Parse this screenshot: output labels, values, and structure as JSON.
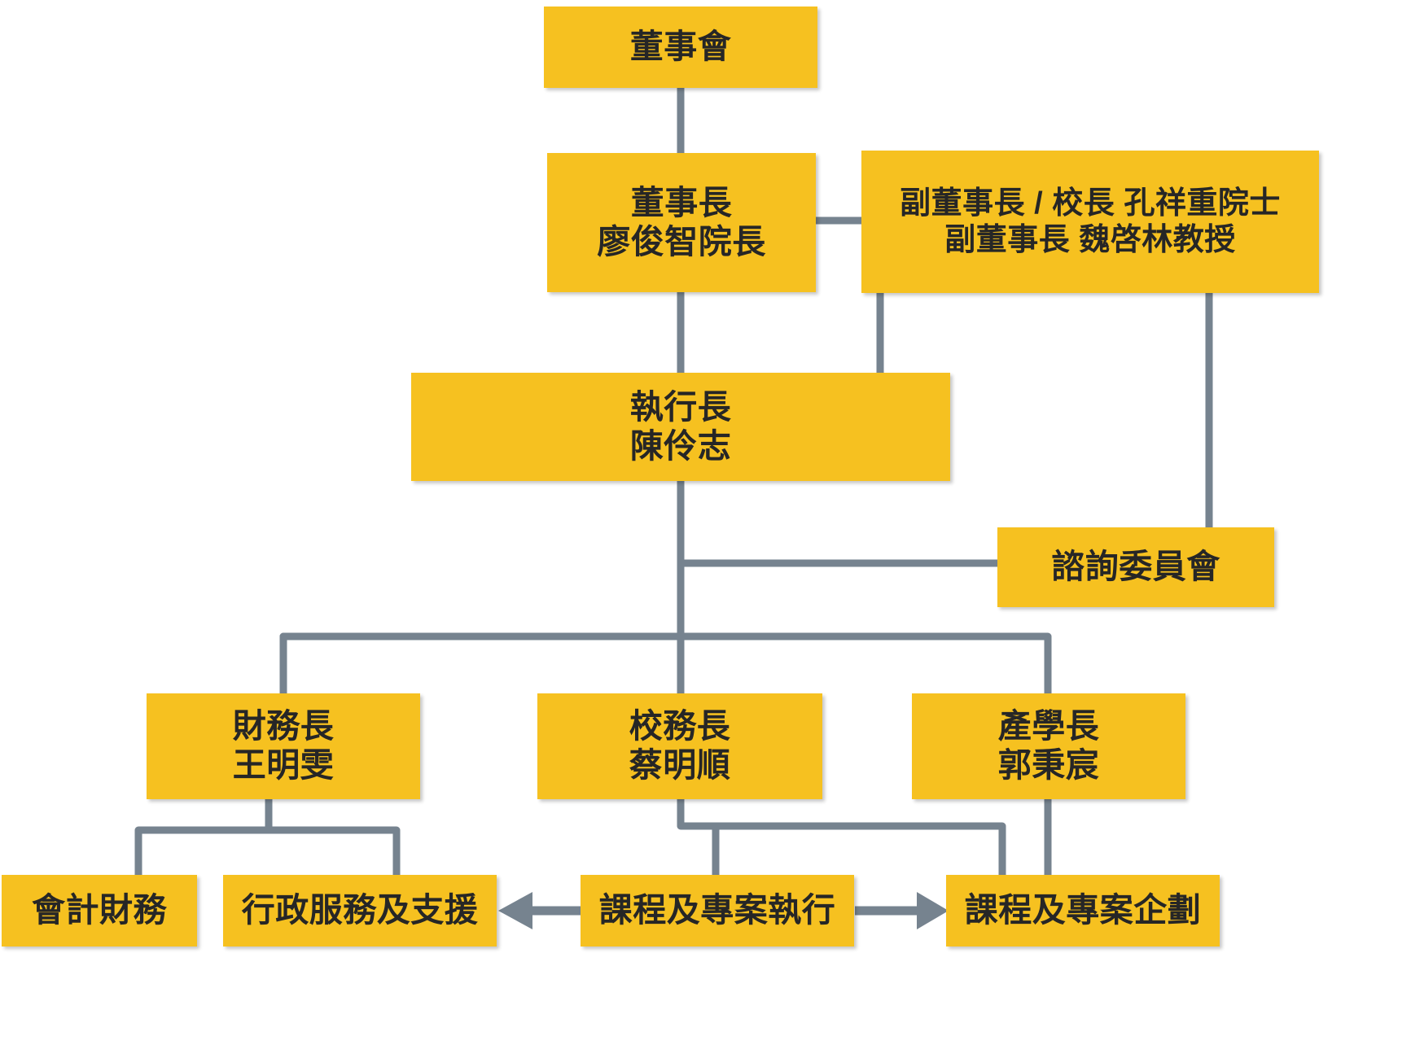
{
  "chart": {
    "type": "org-chart",
    "title": "",
    "palette": {
      "node_fill": "#F6C120",
      "node_text": "#262626",
      "connector": "#76838F",
      "background": "#FFFFFF"
    }
  },
  "nodes": {
    "board": {
      "line1": "董事會"
    },
    "chairman": {
      "line1": "董事長",
      "line2": "廖俊智院長"
    },
    "vice_chairman": {
      "line1": "副董事長 / 校長 孔祥重院士",
      "line2": "副董事長 魏啓林教授"
    },
    "ceo": {
      "line1": "執行長",
      "line2": "陳伶志"
    },
    "advisory": {
      "line1": "諮詢委員會"
    },
    "cfo": {
      "line1": "財務長",
      "line2": "王明雯"
    },
    "campus_chief": {
      "line1": "校務長",
      "line2": "蔡明順"
    },
    "industry_chief": {
      "line1": "產學長",
      "line2": "郭秉宸"
    },
    "accounting": {
      "line1": "會計財務"
    },
    "admin_support": {
      "line1": "行政服務及支援"
    },
    "course_exec": {
      "line1": "課程及專案執行"
    },
    "course_plan": {
      "line1": "課程及專案企劃"
    }
  },
  "edges": [
    {
      "from": "board",
      "to": "chairman",
      "kind": "vertical"
    },
    {
      "from": "chairman",
      "to": "vice_chairman",
      "kind": "horizontal"
    },
    {
      "from": "chairman",
      "to": "ceo",
      "kind": "vertical"
    },
    {
      "from": "vice_chairman",
      "to": "ceo",
      "kind": "vertical"
    },
    {
      "from": "vice_chairman",
      "to": "advisory",
      "kind": "vertical"
    },
    {
      "from": "ceo",
      "to": "advisory",
      "kind": "elbow"
    },
    {
      "from": "ceo",
      "to": "cfo",
      "kind": "elbow"
    },
    {
      "from": "ceo",
      "to": "campus_chief",
      "kind": "elbow"
    },
    {
      "from": "ceo",
      "to": "industry_chief",
      "kind": "elbow"
    },
    {
      "from": "cfo",
      "to": "accounting",
      "kind": "elbow"
    },
    {
      "from": "cfo",
      "to": "admin_support",
      "kind": "elbow"
    },
    {
      "from": "campus_chief",
      "to": "course_exec",
      "kind": "elbow"
    },
    {
      "from": "campus_chief",
      "to": "course_plan",
      "kind": "elbow"
    },
    {
      "from": "industry_chief",
      "to": "course_plan",
      "kind": "vertical"
    },
    {
      "from": "course_exec",
      "to": "admin_support",
      "kind": "arrow-left"
    },
    {
      "from": "course_exec",
      "to": "course_plan",
      "kind": "arrow-right"
    }
  ]
}
